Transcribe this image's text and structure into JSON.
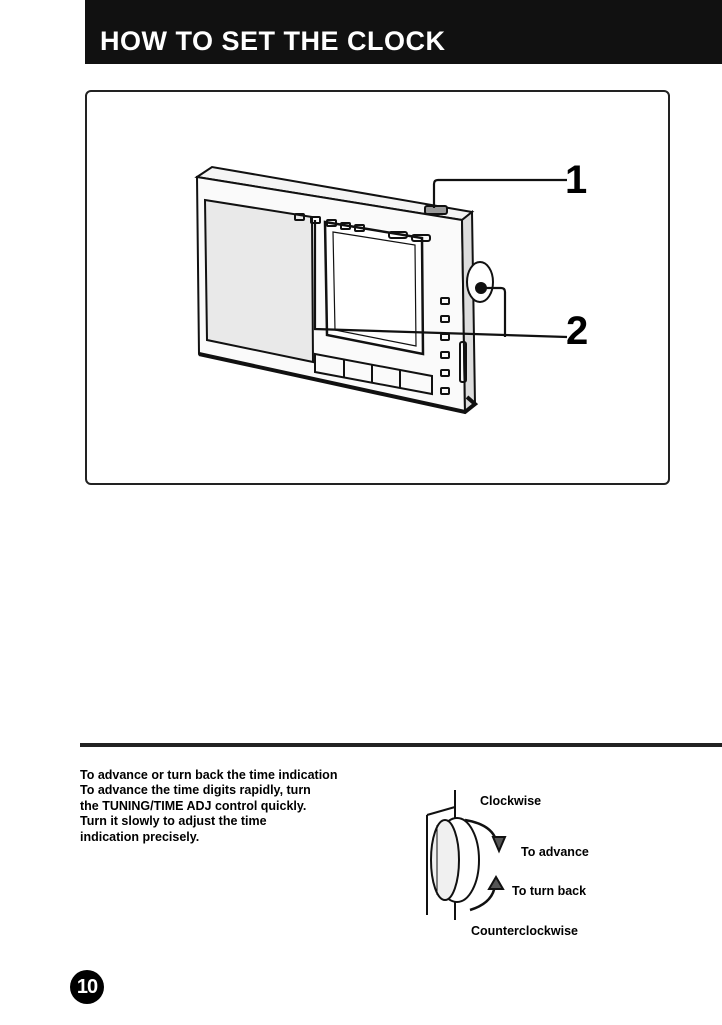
{
  "header": {
    "title": "HOW TO SET THE CLOCK"
  },
  "figure": {
    "callouts": [
      "1",
      "2"
    ]
  },
  "instructions": {
    "heading": "To advance or turn back the time indication",
    "lines": [
      "To advance the time digits rapidly, turn",
      "the TUNING/TIME ADJ control quickly.",
      "Turn it slowly to adjust the time",
      "indication precisely."
    ]
  },
  "dial_figure": {
    "clockwise": "Clockwise",
    "to_advance": "To advance",
    "to_turn_back": "To turn back",
    "counterclockwise": "Counterclockwise"
  },
  "page_number": "10"
}
